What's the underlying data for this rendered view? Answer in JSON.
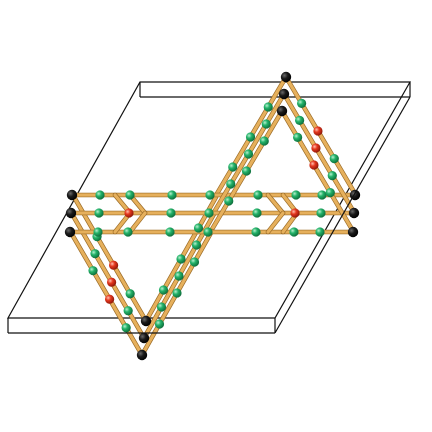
{
  "figure": {
    "description_colors": {
      "bond": "#e6b05c",
      "atom_black": "#111111",
      "atom_green": "#1aa560",
      "atom_red": "#e0301e",
      "cell_edge": "#111111"
    },
    "atom_kinds": [
      "black",
      "green",
      "red"
    ]
  }
}
